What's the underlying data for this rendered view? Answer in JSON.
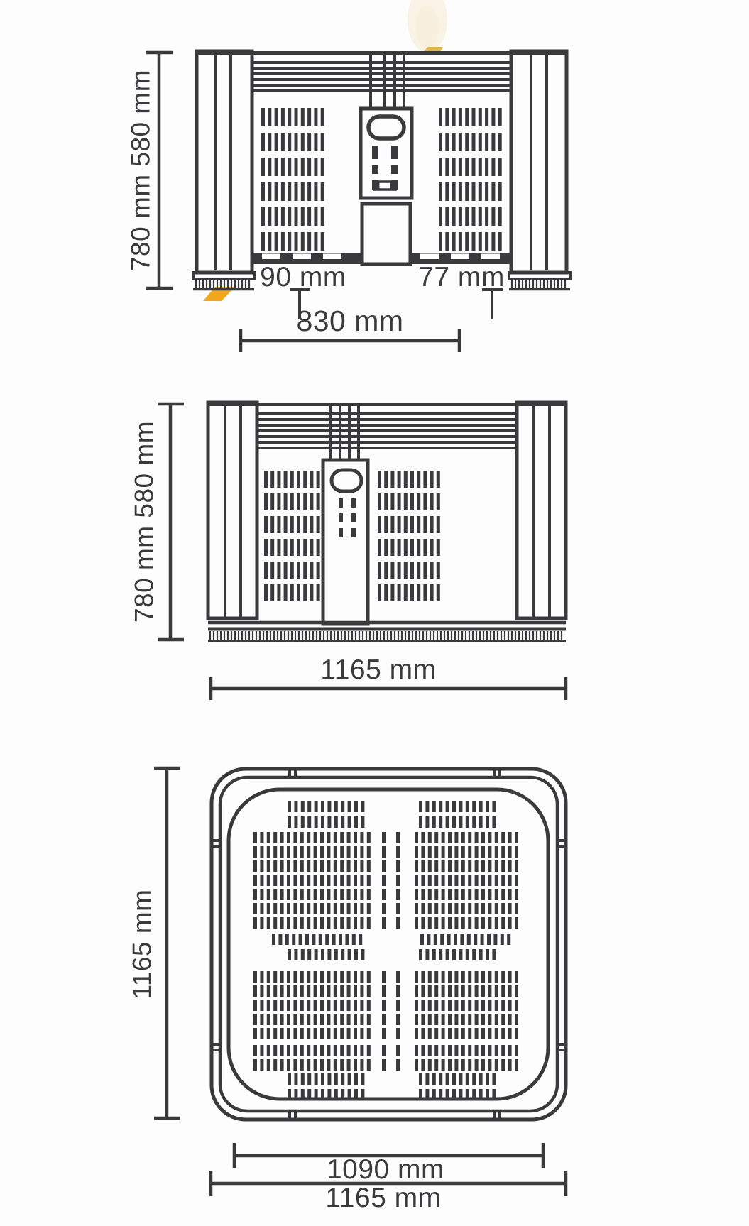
{
  "document": {
    "type": "technical-drawing",
    "subject": "plastic pallet box orthographic views"
  },
  "colors": {
    "ink": "#3a3a3c",
    "background": "#fdfdfd",
    "accent_yellow": "#f2a81d",
    "watermark_cream": "#f8efdc",
    "watermark_gold": "#e3b84a"
  },
  "views": {
    "front": {
      "name": "front view",
      "height_label": "780 mm 580 mm",
      "left_foot_label": "90 mm",
      "right_foot_label": "77 mm",
      "width_label": "830 mm"
    },
    "side": {
      "name": "side view",
      "height_label": "780 mm 580 mm",
      "width_label": "1165 mm"
    },
    "top": {
      "name": "top view",
      "depth_label": "1165 mm",
      "inner_width_label": "1090 mm",
      "width_label": "1165 mm"
    }
  }
}
